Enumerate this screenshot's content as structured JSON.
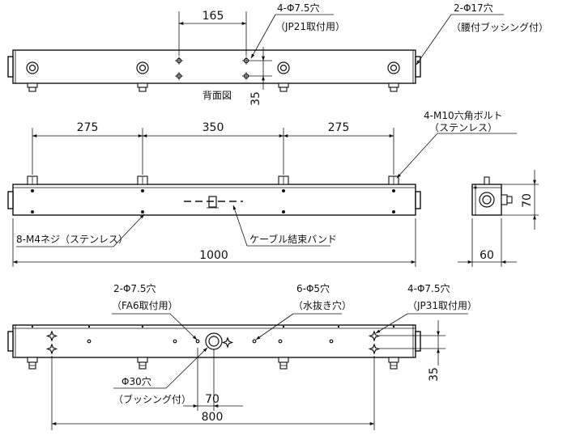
{
  "top_view": {
    "dim_165": "165",
    "holes_label": "4-Φ7.5穴",
    "holes_note": "（JP21取付用）",
    "bush_label": "2-Φ17穴",
    "bush_note": "（腰付ブッシング付）",
    "dim_35": "35",
    "title": "背面図"
  },
  "front_view": {
    "dim_275_left": "275",
    "dim_350": "350",
    "dim_275_right": "275",
    "bolt_label": "4-M10六角ボルト",
    "bolt_note": "（ステンレス）",
    "screw_label": "8-M4ネジ（ステンレス）",
    "band_label": "ケーブル結束バンド",
    "dim_1000": "1000"
  },
  "side_view": {
    "dim_70": "70",
    "dim_60": "60"
  },
  "bottom_view": {
    "fa6_label": "2-Φ7.5穴",
    "fa6_note": "（FA6取付用）",
    "drain_label": "6-Φ5穴",
    "drain_note": "（水抜き穴）",
    "jp31_label": "4-Φ7.5穴",
    "jp31_note": "（JP31取付用）",
    "bush_label": "Φ30穴",
    "bush_note": "（ブッシング付）",
    "dim_70": "70",
    "dim_800": "800",
    "dim_35": "35"
  }
}
